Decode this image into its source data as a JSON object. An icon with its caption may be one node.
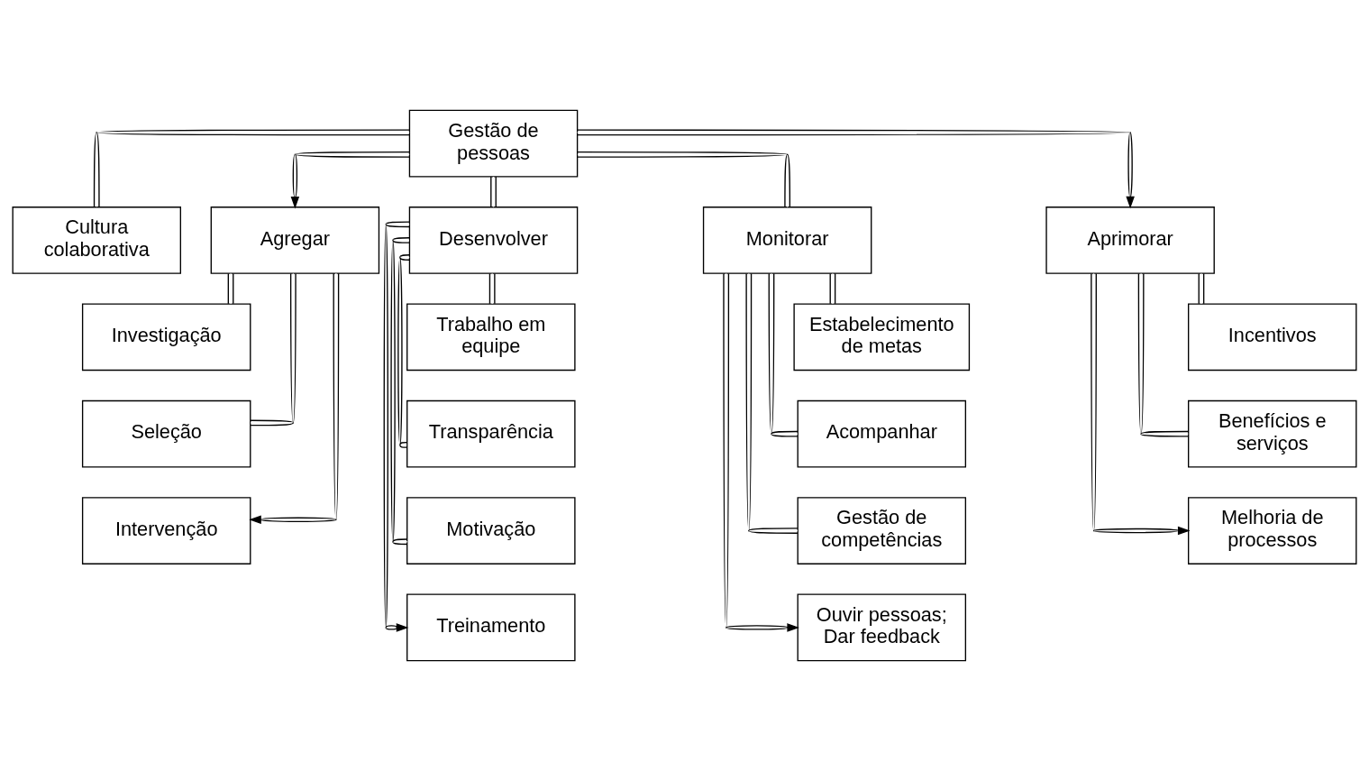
{
  "diagram": {
    "nodes": [
      {
        "text": [
          "Gestão de pessoas"
        ]
      },
      {
        "text": [
          "Cultura colaborativa"
        ]
      },
      {
        "text": [
          "Agregar"
        ]
      },
      {
        "text": [
          "Desenvolver"
        ]
      },
      {
        "text": [
          "Monitorar"
        ]
      },
      {
        "text": [
          "Aprimorar"
        ]
      },
      {
        "text": [
          "Investigação"
        ]
      },
      {
        "text": [
          "Seleção"
        ]
      },
      {
        "text": [
          "Intervenção"
        ]
      },
      {
        "text": [
          "Trabalho em equipe"
        ]
      },
      {
        "text": [
          "Transparência"
        ]
      },
      {
        "text": [
          "Motivação"
        ]
      },
      {
        "text": [
          "Treinamento"
        ]
      },
      {
        "text": [
          "Estabelecimento de metas"
        ]
      },
      {
        "text": [
          "Acompanhar"
        ]
      },
      {
        "text": [
          "Gestão de competências"
        ]
      },
      {
        "text": [
          "Ouvir pessoas; Dar feedback"
        ]
      },
      {
        "text": [
          "Incentivos"
        ]
      },
      {
        "text": [
          "Benefícios e serviços"
        ]
      },
      {
        "text": [
          "Melhoria de processos"
        ]
      }
    ],
    "edges": [
      {
        "from": 0,
        "to": 1,
        "arrow": "none"
      },
      {
        "from": 0,
        "to": 2,
        "arrow": "to"
      },
      {
        "from": 0,
        "to": 3,
        "arrow": "none"
      },
      {
        "from": 0,
        "to": 4,
        "arrow": "none"
      },
      {
        "from": 0,
        "to": 5,
        "arrow": "to"
      },
      {
        "from": 2,
        "to": 6,
        "arrow": "none"
      },
      {
        "from": 2,
        "to": 7,
        "arrow": "none"
      },
      {
        "from": 2,
        "to": 8,
        "arrow": "to"
      },
      {
        "from": 3,
        "to": 9,
        "arrow": "none"
      },
      {
        "from": 3,
        "to": 10,
        "arrow": "none"
      },
      {
        "from": 3,
        "to": 11,
        "arrow": "none"
      },
      {
        "from": 3,
        "to": 12,
        "arrow": "to"
      },
      {
        "from": 4,
        "to": 13,
        "arrow": "none"
      },
      {
        "from": 4,
        "to": 14,
        "arrow": "none"
      },
      {
        "from": 4,
        "to": 15,
        "arrow": "none"
      },
      {
        "from": 4,
        "to": 16,
        "arrow": "to"
      },
      {
        "from": 5,
        "to": 17,
        "arrow": "none"
      },
      {
        "from": 5,
        "to": 18,
        "arrow": "none"
      },
      {
        "from": 5,
        "to": 19,
        "arrow": "to"
      }
    ]
  }
}
